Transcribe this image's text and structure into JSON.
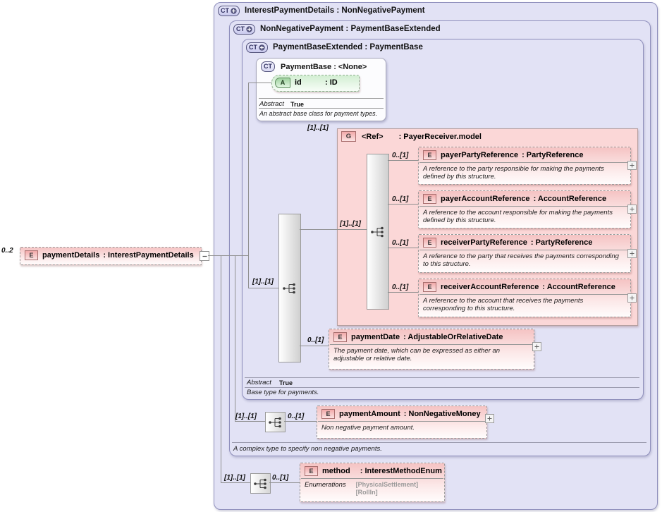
{
  "colors": {
    "container_bg": "#e2e2f5",
    "container_border": "#8f8fbc",
    "element_pink": "#f5c3c3",
    "group_bg": "#fbd7d7",
    "attribute_green": "#d2eed2",
    "line": "#8f8f8f"
  },
  "source": {
    "cardinality": "0..2",
    "badge": "E",
    "name": "paymentDetails",
    "type": ": InterestPaymentDetails"
  },
  "containers": {
    "c1": {
      "badge": "CT",
      "title": "InterestPaymentDetails : NonNegativePayment"
    },
    "c2": {
      "badge": "CT",
      "title": "NonNegativePayment : PaymentBaseExtended",
      "footer": "A complex type to specify non negative payments."
    },
    "c3": {
      "badge": "CT",
      "title": "PaymentBaseExtended : PaymentBase",
      "abstract_label": "Abstract",
      "abstract_value": "True",
      "footer": "Base type for payments."
    }
  },
  "payment_base": {
    "badge": "CT",
    "title": "PaymentBase : <None>",
    "attribute": {
      "badge": "A",
      "name": "id",
      "type": ": ID"
    },
    "abstract_label": "Abstract",
    "abstract_value": "True",
    "annotation": "An abstract base class for payment types.",
    "content_cardinality": "[1]..[1]"
  },
  "group": {
    "badge": "G",
    "cardinality": "[1]..[1]",
    "name": "<Ref>",
    "type": ": PayerReceiver.model",
    "sequence_cardinality": "[1]..[1]",
    "elements": [
      {
        "badge": "E",
        "cardinality": "0..[1]",
        "name": "payerPartyReference",
        "type": ": PartyReference",
        "annotation": "A reference to the party responsible for making the payments defined by this structure."
      },
      {
        "badge": "E",
        "cardinality": "0..[1]",
        "name": "payerAccountReference",
        "type": ": AccountReference",
        "annotation": "A reference to the account responsible for making the payments defined by this structure."
      },
      {
        "badge": "E",
        "cardinality": "0..[1]",
        "name": "receiverPartyReference",
        "type": ": PartyReference",
        "annotation": "A reference to the party that receives the payments corresponding to this structure."
      },
      {
        "badge": "E",
        "cardinality": "0..[1]",
        "name": "receiverAccountReference",
        "type": ": AccountReference",
        "annotation": "A reference to the account that receives the payments corresponding to this structure."
      }
    ]
  },
  "payment_date": {
    "badge": "E",
    "cardinality": "0..[1]",
    "name": "paymentDate",
    "type": ": AdjustableOrRelativeDate",
    "annotation": "The payment date, which can be expressed as either an adjustable or relative date."
  },
  "payment_amount": {
    "sequence_cardinality": "[1]..[1]",
    "badge": "E",
    "cardinality": "0..[1]",
    "name": "paymentAmount",
    "type": ": NonNegativeMoney",
    "annotation": "Non negative payment amount."
  },
  "method": {
    "sequence_cardinality": "[1]..[1]",
    "badge": "E",
    "cardinality": "0..[1]",
    "name": "method",
    "type": ": InterestMethodEnum",
    "enumerations_label": "Enumerations",
    "enumerations": [
      "[PhysicalSettlement]",
      "[RollIn]"
    ]
  }
}
